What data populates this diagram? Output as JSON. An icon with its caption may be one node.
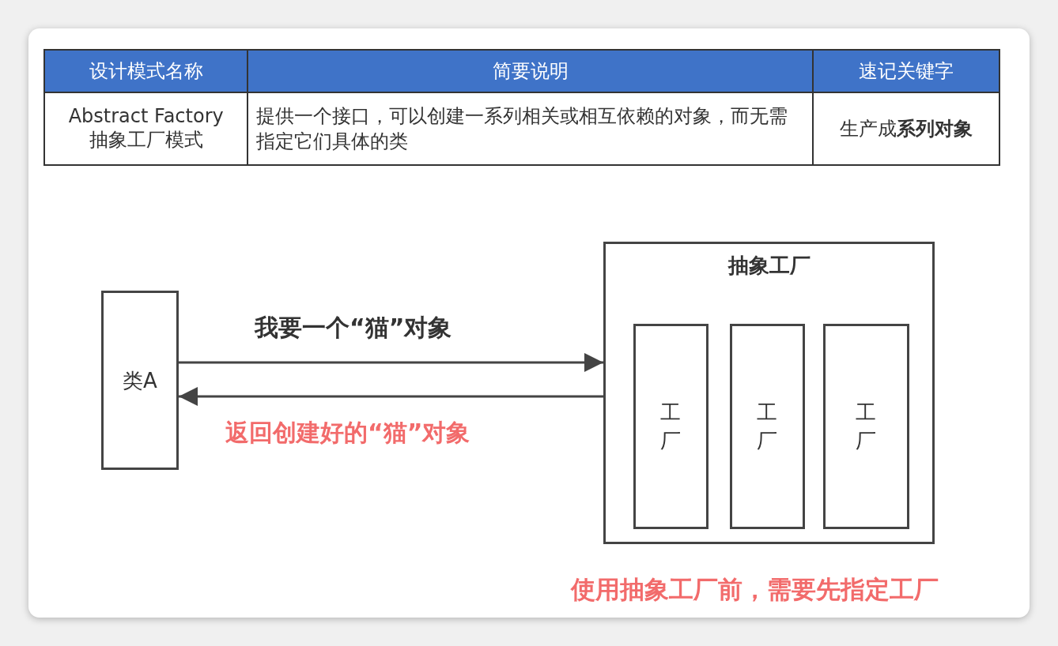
{
  "diagram": {
    "nodes": [
      {
        "text": [
          "类A"
        ]
      },
      {
        "text": [
          "抽象工厂"
        ]
      },
      {
        "text": [
          "工厂"
        ],
        "in": 1
      },
      {
        "text": [
          "工厂"
        ],
        "in": 1
      },
      {
        "text": [
          "工厂"
        ],
        "in": 1
      }
    ],
    "edges": [
      {
        "from": 0,
        "to": 1,
        "arrow": "to",
        "label": "我要一个“猫”对象"
      },
      {
        "from": 1,
        "to": 0,
        "arrow": "to",
        "label": "返回创建好的“猫”对象"
      }
    ],
    "labels": [
      "设计模式名称",
      "简要说明",
      "速记关键字",
      "Abstract Factory 抽象工厂模式",
      "提供一个接口，可以创建一系列相关或相互依赖的对象，而无需指定它们具体的类",
      "生产成**系列对象**",
      "使用抽象工厂前，需要先指定工厂"
    ]
  }
}
